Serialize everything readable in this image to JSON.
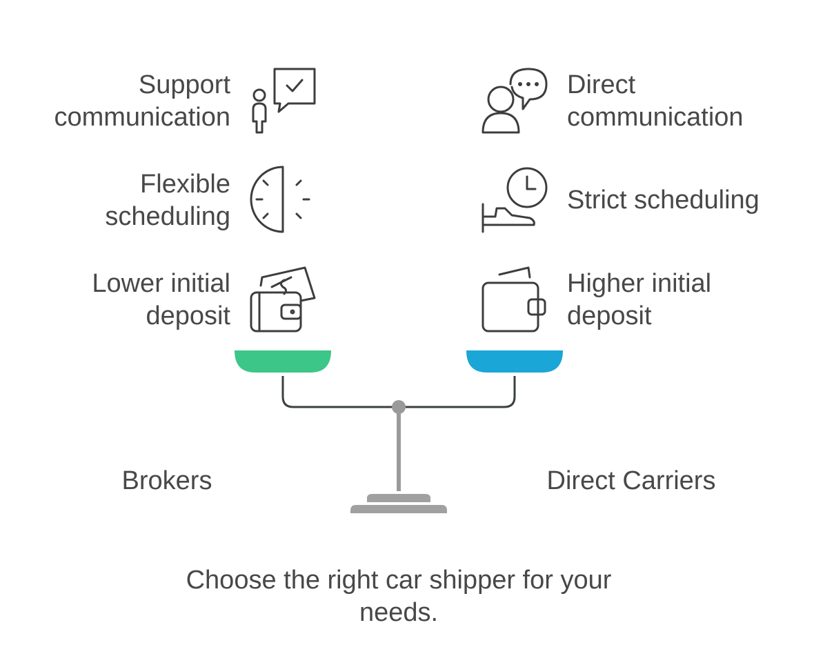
{
  "left": {
    "title": "Brokers",
    "color": "#3cc687",
    "items": [
      {
        "label": "Support\ncommunication",
        "icon": "person-speech-check-icon"
      },
      {
        "label": "Flexible\nscheduling",
        "icon": "half-clock-icon"
      },
      {
        "label": "Lower initial\ndeposit",
        "icon": "wallet-cash-icon"
      }
    ]
  },
  "right": {
    "title": "Direct Carriers",
    "color": "#1aa6d6",
    "items": [
      {
        "label": "Direct\ncommunication",
        "icon": "person-chat-icon"
      },
      {
        "label": "Strict scheduling",
        "icon": "clock-hand-icon"
      },
      {
        "label": "Higher initial\ndeposit",
        "icon": "wallet-icon"
      }
    ]
  },
  "caption": "Choose the right car shipper for your\nneeds."
}
